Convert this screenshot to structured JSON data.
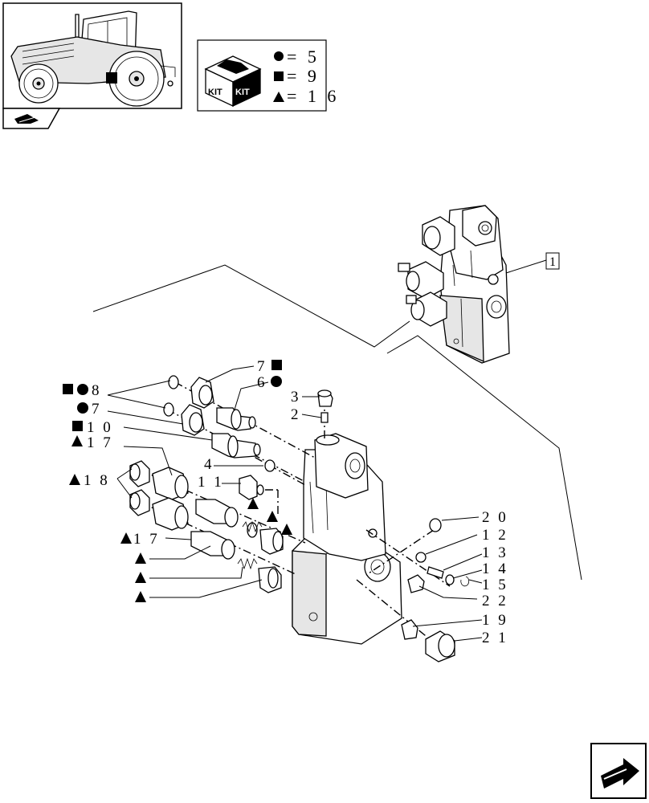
{
  "kit_legend": {
    "kit_label_left": "KIT",
    "kit_label_right": "KIT",
    "rows": [
      {
        "symbol": "circle",
        "text": "= 5"
      },
      {
        "symbol": "square",
        "text": "= 9"
      },
      {
        "symbol": "triangle",
        "text": "= 1 6"
      }
    ]
  },
  "assembly_ref": "1",
  "left_labels": [
    {
      "id": "8",
      "symbols": [
        "square",
        "circle"
      ],
      "text": "8"
    },
    {
      "id": "7b",
      "symbols": [
        "circle"
      ],
      "text": "7"
    },
    {
      "id": "10",
      "symbols": [
        "square"
      ],
      "text": "1 0"
    },
    {
      "id": "17a",
      "symbols": [
        "triangle"
      ],
      "text": "1 7"
    },
    {
      "id": "18",
      "symbols": [
        "triangle"
      ],
      "text": "1 8"
    },
    {
      "id": "17b",
      "symbols": [
        "triangle"
      ],
      "text": "1 7"
    },
    {
      "id": "t1",
      "symbols": [
        "triangle"
      ],
      "text": ""
    },
    {
      "id": "t2",
      "symbols": [
        "triangle"
      ],
      "text": ""
    },
    {
      "id": "t3",
      "symbols": [
        "triangle"
      ],
      "text": ""
    }
  ],
  "top_labels": [
    {
      "id": "7a",
      "text": "7",
      "symbols": [
        "square"
      ]
    },
    {
      "id": "6",
      "text": "6",
      "symbols": [
        "circle"
      ]
    },
    {
      "id": "3",
      "text": "3",
      "symbols": []
    },
    {
      "id": "2",
      "text": "2",
      "symbols": []
    },
    {
      "id": "4",
      "text": "4",
      "symbols": []
    },
    {
      "id": "11",
      "text": "1 1",
      "symbols": []
    }
  ],
  "right_labels": [
    {
      "id": "20",
      "text": "2 0"
    },
    {
      "id": "12",
      "text": "1 2"
    },
    {
      "id": "13",
      "text": "1 3"
    },
    {
      "id": "14",
      "text": "1 4"
    },
    {
      "id": "15",
      "text": "1 5"
    },
    {
      "id": "22",
      "text": "2 2"
    },
    {
      "id": "19",
      "text": "1 9"
    },
    {
      "id": "21",
      "text": "2 1"
    }
  ],
  "icons": {
    "tractor": "tractor-thumbnail-icon",
    "section": "section-pointer-icon",
    "kit": "kit-box-icon",
    "next": "next-page-arrow-icon"
  }
}
